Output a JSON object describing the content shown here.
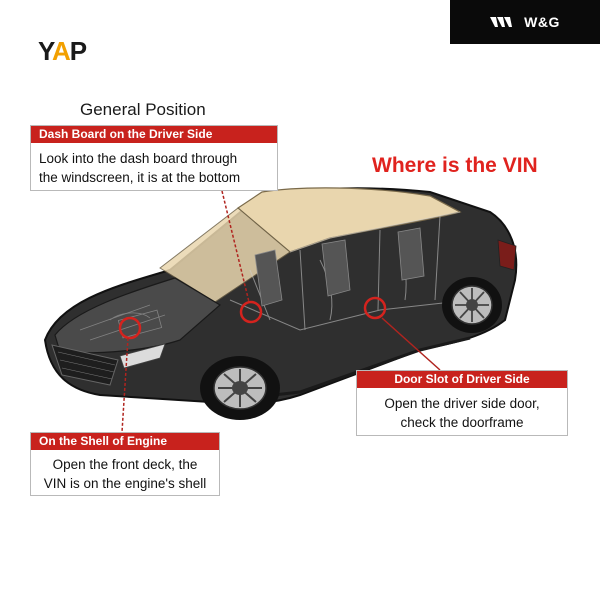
{
  "brand": {
    "name": "W&G",
    "icon": "wings-icon"
  },
  "logo": {
    "letters": [
      "Y",
      "A",
      "P"
    ],
    "colors": [
      "#1a1a1a",
      "#f2a000",
      "#1a1a1a"
    ]
  },
  "headings": {
    "general_position": "General Position",
    "where_is_vin": "Where is the VIN"
  },
  "callouts": {
    "dash": {
      "title": "Dash Board on the Driver Side",
      "lines": [
        "Look into the dash board through",
        "the windscreen, it is at the bottom"
      ]
    },
    "door": {
      "title": "Door Slot of Driver Side",
      "lines": [
        "Open the driver side door,",
        "check the doorframe"
      ]
    },
    "engine": {
      "title": "On the Shell of Engine",
      "lines": [
        "Open the front deck, the",
        "VIN is on the engine's shell"
      ]
    }
  },
  "colors": {
    "accent_red": "#c8221d",
    "title_red": "#e0231e",
    "roof_tan": "#e9d6ae",
    "car_body": "#3b3b3b"
  }
}
